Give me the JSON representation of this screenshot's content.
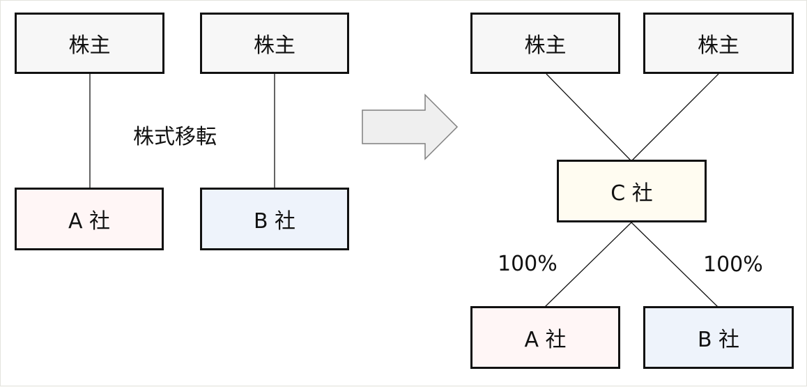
{
  "colors": {
    "shareholder": "#f7f7f7",
    "company_a": "#fff6f6",
    "company_b": "#eef3fb",
    "company_c": "#fffcf1",
    "arrow_fill": "#efefef",
    "arrow_stroke": "#7f7f7f",
    "line": "#111111"
  },
  "before": {
    "shareholder_left": "株主",
    "shareholder_right": "株主",
    "company_a": "A 社",
    "company_b": "B 社",
    "transaction_label": "株式移転"
  },
  "after": {
    "shareholder_left": "株主",
    "shareholder_right": "株主",
    "holding_company": "C 社",
    "company_a": "A 社",
    "company_b": "B 社",
    "ownership_a": "100%",
    "ownership_b": "100%"
  },
  "arrow_icon": "right-arrow-icon"
}
